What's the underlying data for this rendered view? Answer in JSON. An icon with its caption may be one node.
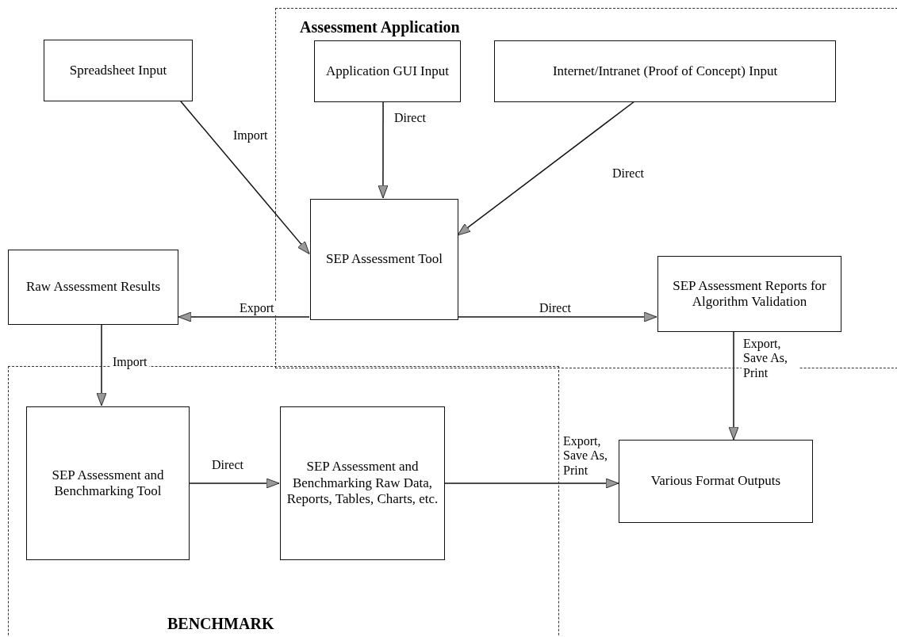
{
  "diagram": {
    "nodes": [
      {
        "text": [
          "Assessment Application"
        ]
      },
      {
        "text": [
          "BENCHMARK"
        ]
      },
      {
        "text": [
          "Spreadsheet Input"
        ]
      },
      {
        "text": [
          "Application GUI Input"
        ],
        "in": 0
      },
      {
        "text": [
          "Internet/Intranet (Proof of Concept) Input"
        ],
        "in": 0
      },
      {
        "text": [
          "SEP Assessment Tool"
        ],
        "in": 0
      },
      {
        "text": [
          "Raw Assessment Results"
        ]
      },
      {
        "text": [
          "SEP Assessment Reports for Algorithm Validation"
        ],
        "in": 0
      },
      {
        "text": [
          "SEP Assessment and Benchmarking Tool"
        ],
        "in": 1
      },
      {
        "text": [
          "SEP Assessment and Benchmarking Raw Data, Reports, Tables, Charts, etc."
        ],
        "in": 1
      },
      {
        "text": [
          "Various Format Outputs"
        ]
      }
    ],
    "edges": [
      {
        "from": 2,
        "to": 5,
        "arrow": "to",
        "label": "Import"
      },
      {
        "from": 3,
        "to": 5,
        "arrow": "to",
        "label": "Direct"
      },
      {
        "from": 4,
        "to": 5,
        "arrow": "to",
        "label": "Direct"
      },
      {
        "from": 5,
        "to": 6,
        "arrow": "to",
        "label": "Export"
      },
      {
        "from": 5,
        "to": 7,
        "arrow": "to",
        "label": "Direct"
      },
      {
        "from": 6,
        "to": 8,
        "arrow": "to",
        "label": "Import"
      },
      {
        "from": 8,
        "to": 9,
        "arrow": "to",
        "label": "Direct"
      },
      {
        "from": 9,
        "to": 10,
        "arrow": "to",
        "label": "Export, Save As, Print"
      },
      {
        "from": 7,
        "to": 10,
        "arrow": "to",
        "label": "Export, Save As, Print"
      }
    ]
  }
}
